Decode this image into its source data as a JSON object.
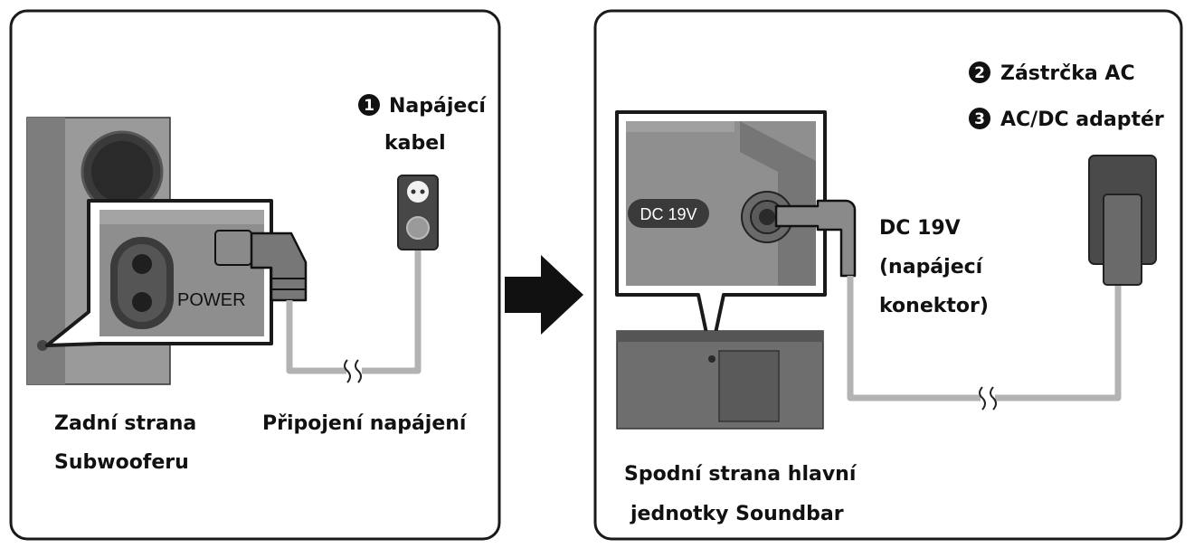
{
  "left_panel": {
    "power_port_label": "POWER",
    "subwoofer_caption": [
      "Zadní strana",
      "Subwooferu"
    ],
    "connection_caption": "Připojení napájení",
    "callout_1": {
      "number": "1",
      "text": [
        "Napájecí",
        "kabel"
      ]
    }
  },
  "right_panel": {
    "dc_badge": "DC 19V",
    "connector_caption": [
      "DC 19V",
      "(napájecí",
      "konektor)"
    ],
    "soundbar_caption": [
      "Spodní strana hlavní",
      "jednotky Soundbar"
    ],
    "callout_2": {
      "number": "2",
      "text": "Zástrčka AC"
    },
    "callout_3": {
      "number": "3",
      "text": "AC/DC adaptér"
    }
  },
  "icons": [
    "power-outlet-icon",
    "arrow-right-icon",
    "cable-break-icon",
    "ac-dc-adapter-icon"
  ],
  "colors": {
    "frame": "#1a1a1a",
    "device_gray": "#8c8c8c",
    "device_dark": "#4a4a4a",
    "cable": "#b3b3b3"
  }
}
